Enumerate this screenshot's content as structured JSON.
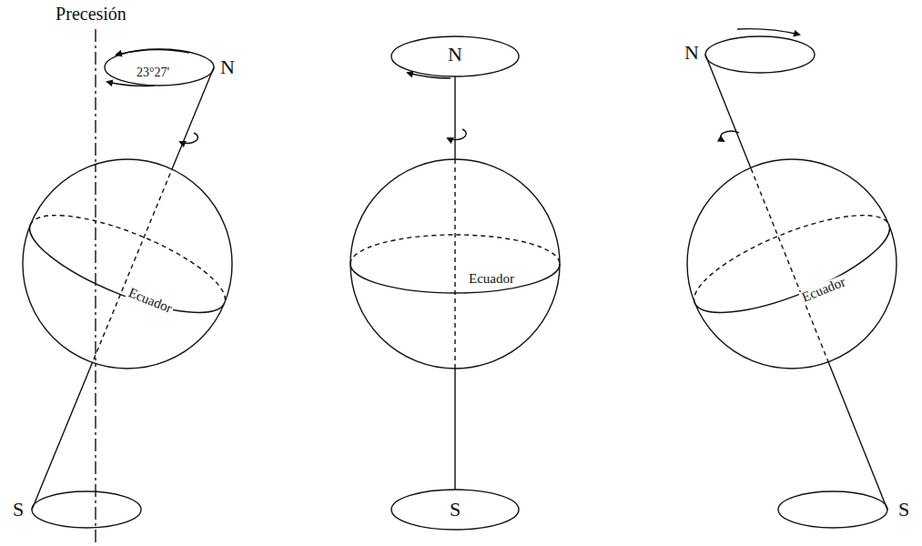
{
  "diagram": {
    "labels": [
      "Precesión",
      "23°27'",
      "N",
      "Ecuador",
      "S",
      "N",
      "Ecuador",
      "S",
      "N",
      "Ecuador",
      "S"
    ]
  }
}
